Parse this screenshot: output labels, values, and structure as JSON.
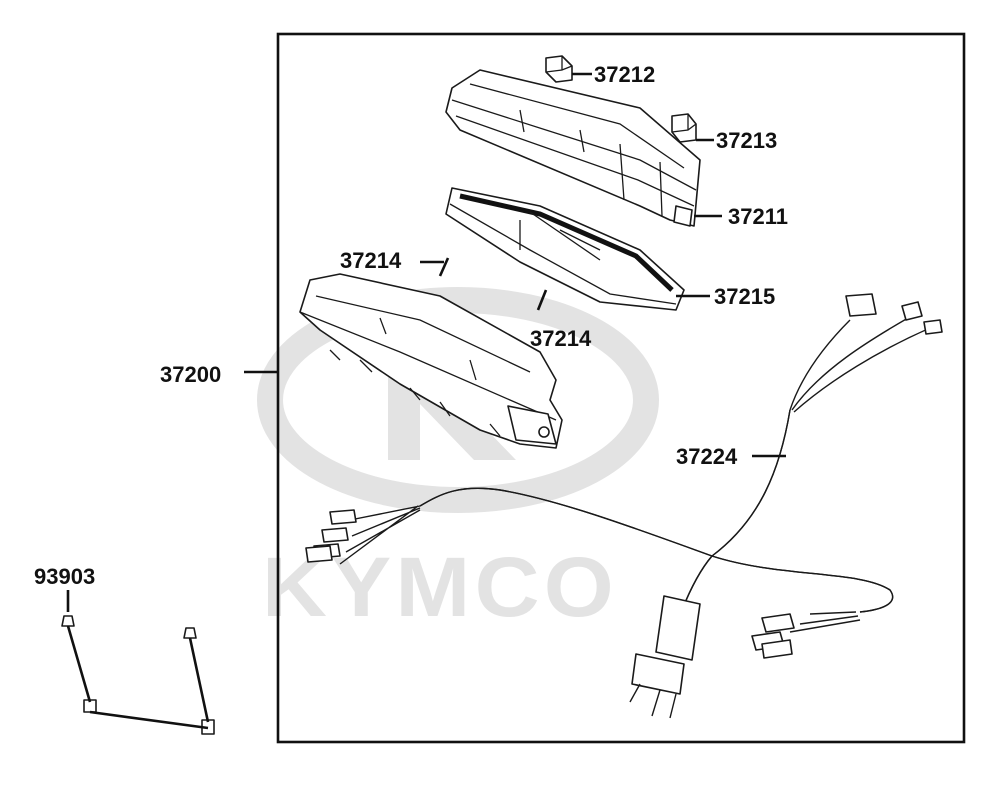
{
  "watermark": {
    "brand": "KYMCO"
  },
  "parts": {
    "meter_assy": "37200",
    "cover_upper": "37211",
    "knob_a": "37212",
    "knob_b": "37213",
    "screw_a": "37214",
    "screw_b": "37214",
    "lens_seal": "37215",
    "wire_harness": "37224",
    "screw_set": "93903"
  },
  "colors": {
    "ink": "#1a1a1a",
    "watermark": "#e3e3e3",
    "background": "#ffffff"
  }
}
